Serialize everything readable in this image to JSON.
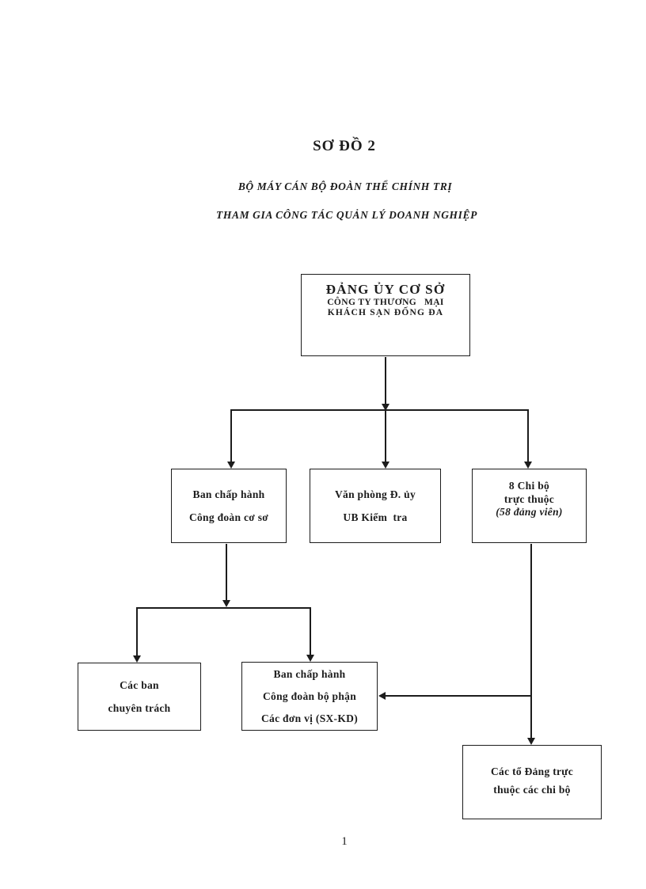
{
  "colors": {
    "ink": "#1c1c1c",
    "paper": "#ffffff"
  },
  "header": {
    "title": "SƠ ĐỒ 2",
    "subtitle_line1": "BỘ MÁY CÁN BỘ ĐOÀN THỂ CHÍNH TRỊ",
    "subtitle_line2": "THAM GIA CÔNG TÁC QUẢN LÝ DOANH NGHIỆP"
  },
  "diagram": {
    "nodes": {
      "dang_uy": {
        "line1": "ĐẢNG ỦY CƠ SỞ",
        "line2": "CÔNG TY THƯƠNG   MẠI",
        "line3": "KHÁCH SẠN ĐỐNG ĐA"
      },
      "bch_cs": {
        "line1": "Ban chấp hành",
        "line2": "Công đoàn cơ sơ"
      },
      "vp": {
        "line1": "Văn phòng Đ. ủy",
        "line2": "UB Kiểm  tra"
      },
      "chi_bo": {
        "line1": "8 Chi bộ",
        "line2": "trực thuộc",
        "line3": "(58 đảng viên)"
      },
      "cac_ban": {
        "line1": "Các ban",
        "line2": "chuyên trách"
      },
      "bch_bp": {
        "line1": "Ban chấp hành",
        "line2": "Công đoàn bộ phận",
        "line3": "Các đơn vị (SX-KD)"
      },
      "to_dang": {
        "line1": "Các tổ Đảng trực",
        "line2": "thuộc các chi bộ"
      }
    },
    "edges": [
      {
        "from": "dang_uy",
        "to": "bch_cs"
      },
      {
        "from": "dang_uy",
        "to": "vp"
      },
      {
        "from": "dang_uy",
        "to": "chi_bo"
      },
      {
        "from": "bch_cs",
        "to": "cac_ban"
      },
      {
        "from": "bch_cs",
        "to": "bch_bp"
      },
      {
        "from": "chi_bo",
        "to": "bch_bp"
      },
      {
        "from": "chi_bo",
        "to": "to_dang"
      }
    ]
  },
  "page": {
    "number": "1"
  }
}
